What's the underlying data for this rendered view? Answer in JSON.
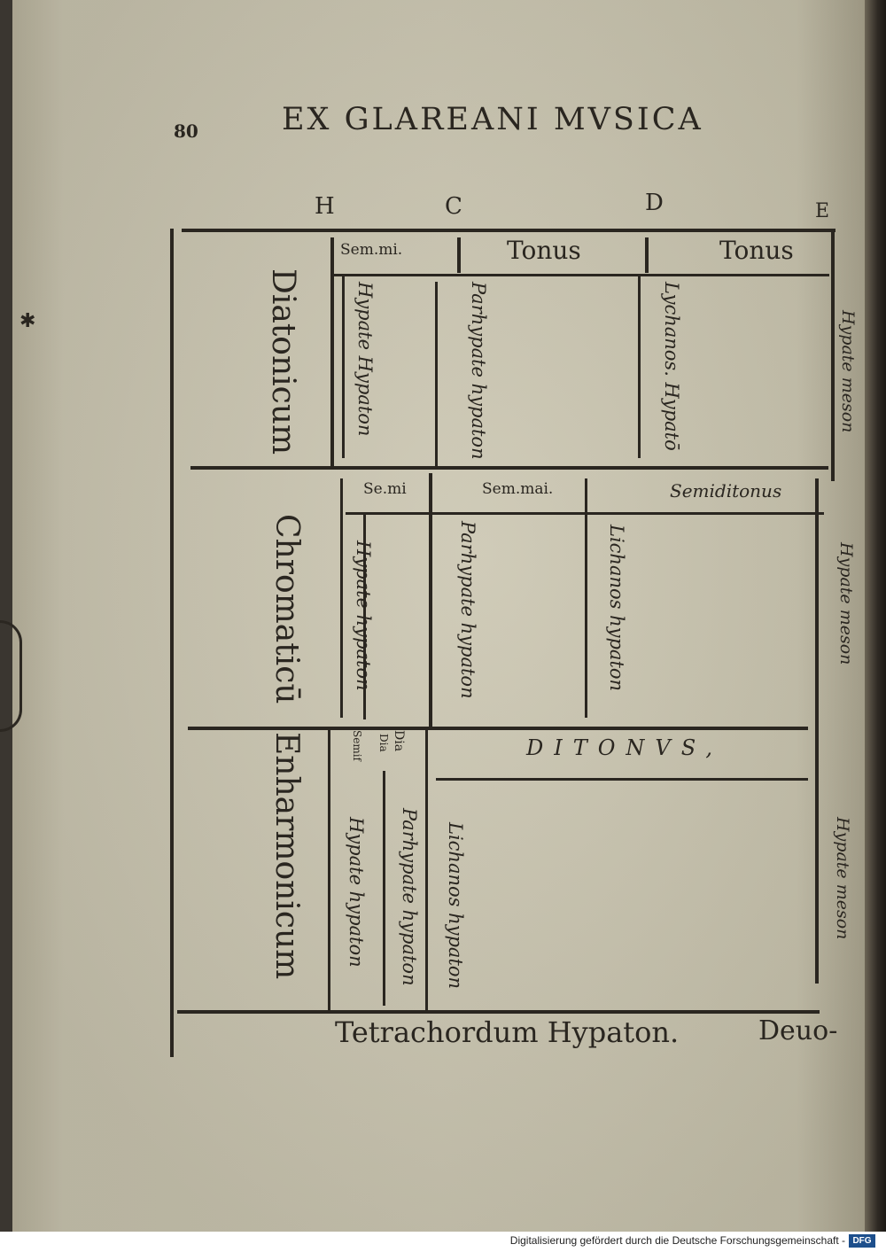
{
  "page": {
    "number": "80",
    "running_head": "EX GLAREANI MVSICA",
    "catchword": "Deuo-",
    "caption": "Tetrachordum Hypaton."
  },
  "diagram": {
    "column_letters": [
      "H",
      "C",
      "D",
      "E"
    ],
    "genera": [
      "Diatonicum",
      "Chromaticū",
      "Enharmonicum"
    ],
    "diatonic": {
      "intervals": [
        "Sem.mi.",
        "Tonus",
        "Tonus"
      ],
      "notes": [
        "Hypate Hypaton",
        "Parhypate hypaton",
        "Lychanos. Hypatō"
      ]
    },
    "chromatic": {
      "intervals": [
        "Se.mi",
        "Sem.mai.",
        "Semiditonus"
      ],
      "notes": [
        "Hypate hypaton",
        "Parhypate hypaton",
        "Lichanos hypaton"
      ]
    },
    "enharmonic": {
      "intervals": [
        "Dia",
        "Dia",
        "Semif",
        "DITONVS,"
      ],
      "notes": [
        "Hypate hypaton",
        "Parhypate hypaton",
        "Lichanos hypaton"
      ]
    },
    "right_labels": [
      "Hypate meson",
      "Hypate meson",
      "Hypate meson"
    ]
  },
  "footer": {
    "credit": "Digitalisierung gefördert durch die Deutsche Forschungsgemeinschaft -",
    "logo": "DFG"
  }
}
